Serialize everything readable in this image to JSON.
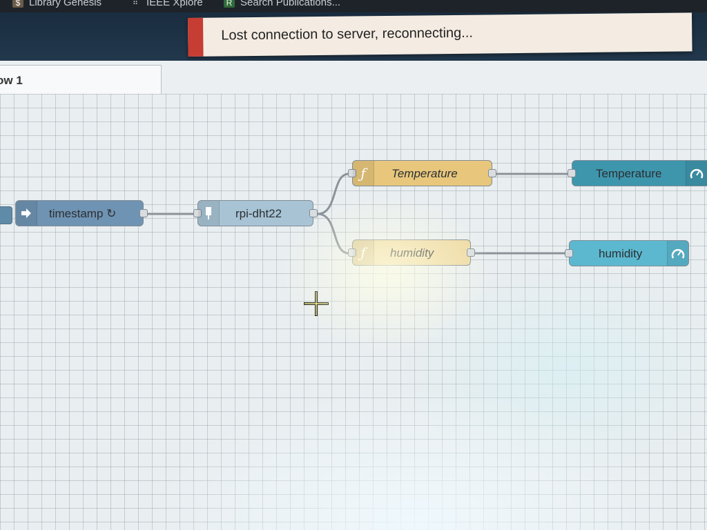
{
  "bookmarks": [
    {
      "label": "Library Genesis",
      "icon": "library-icon"
    },
    {
      "label": "IEEE Xplore",
      "icon": "apps-grid-icon"
    },
    {
      "label": "Search Publications...",
      "icon": "r-letter-icon"
    }
  ],
  "notification": {
    "message": "Lost connection to server, reconnecting..."
  },
  "tabs": [
    {
      "label": "ow 1"
    }
  ],
  "nodes": {
    "timestamp": {
      "label": "timestamp",
      "suffix": "↻",
      "icon": "inject-arrow-icon",
      "color": "#6f93b2"
    },
    "rpi": {
      "label": "rpi-dht22",
      "icon": "sensor-icon",
      "color": "#a7c3d4"
    },
    "temp_func": {
      "label": "Temperature",
      "icon": "function-icon",
      "color": "#e8c77c"
    },
    "hum_func": {
      "label": "humidity",
      "icon": "function-icon",
      "color": "#eed9a3"
    },
    "temp_gauge": {
      "label": "Temperature",
      "icon": "gauge-icon",
      "color": "#3e96ad"
    },
    "hum_gauge": {
      "label": "humidity",
      "icon": "gauge-icon",
      "color": "#5cb8cf"
    }
  }
}
